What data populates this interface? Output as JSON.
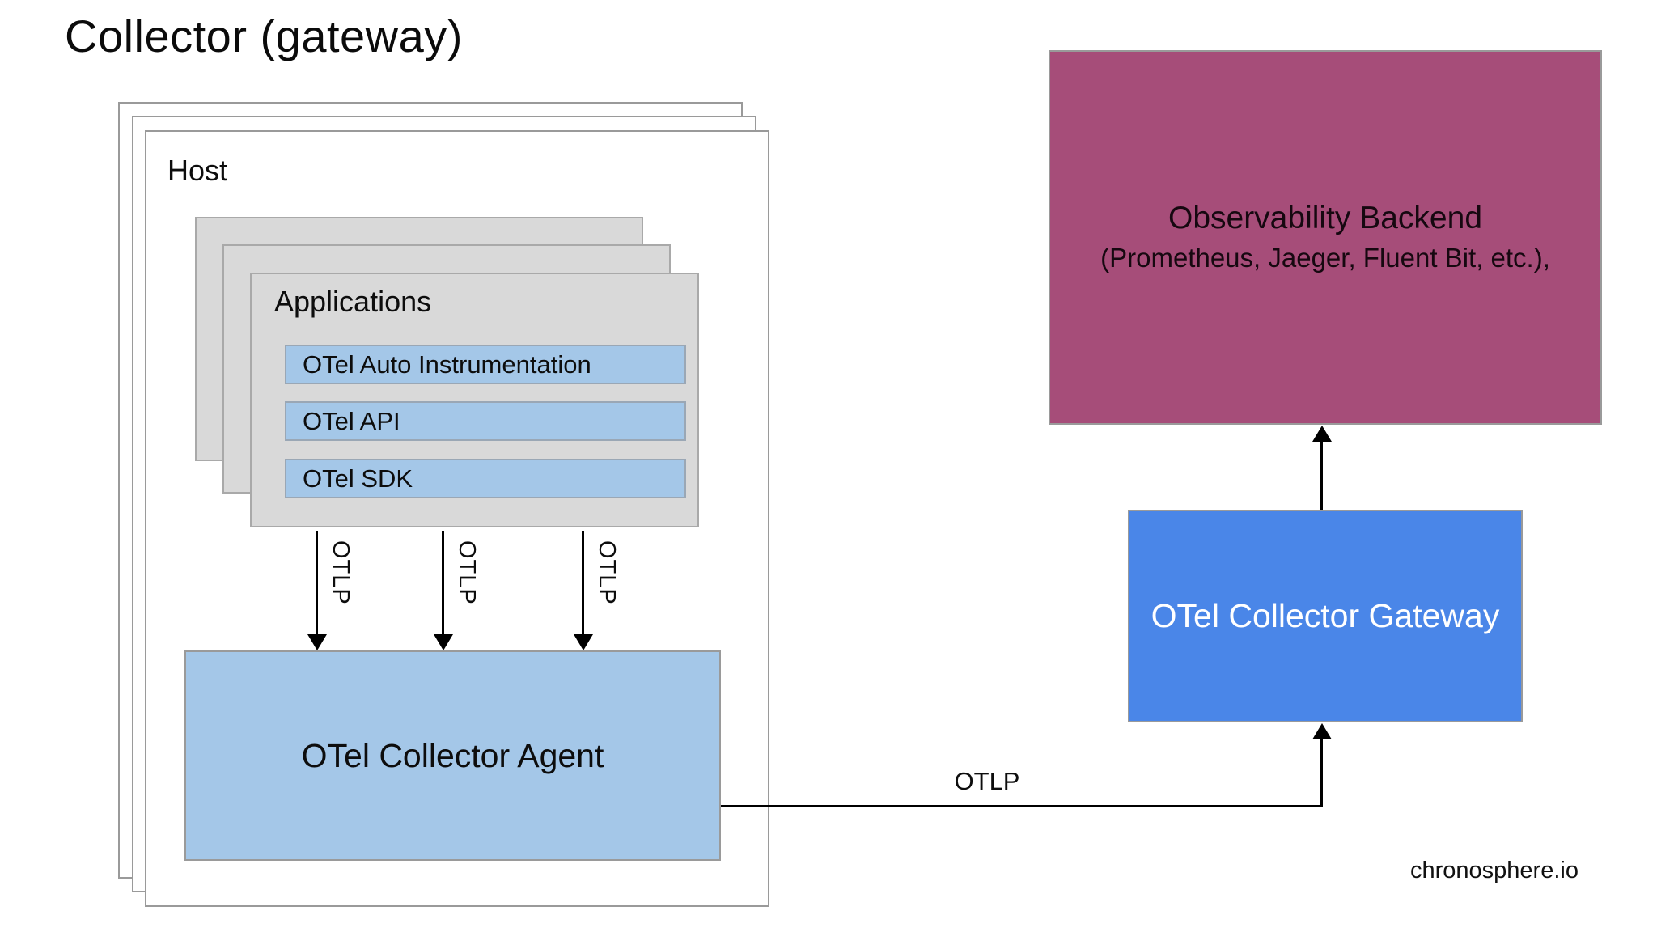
{
  "title": "Collector (gateway)",
  "host": {
    "label": "Host"
  },
  "applications": {
    "label": "Applications",
    "components": [
      "OTel Auto Instrumentation",
      "OTel API",
      "OTel SDK"
    ]
  },
  "agent": {
    "label": "OTel Collector Agent"
  },
  "gateway": {
    "label": "OTel Collector Gateway"
  },
  "backend": {
    "title": "Observability Backend",
    "subtitle": "(Prometheus, Jaeger, Fluent Bit, etc.),"
  },
  "connections": {
    "sdk_to_agent": [
      "OTLP",
      "OTLP",
      "OTLP"
    ],
    "agent_to_gateway": "OTLP"
  },
  "footer": {
    "brand": "chronosphere.io"
  },
  "colors": {
    "component_blue": "#a4c7e8",
    "gateway_blue": "#4a86e8",
    "backend_magenta": "#a64d79",
    "stack_gray": "#d9d9d9",
    "border_gray": "#9a9a9a",
    "line_black": "#000000"
  }
}
